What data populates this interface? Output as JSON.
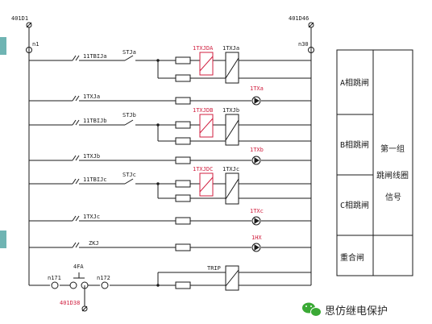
{
  "nodes": {
    "top_left": "401D1",
    "top_right": "401D46",
    "n1": "n1",
    "n30": "n30",
    "n171": "n171",
    "n172": "n172",
    "bottom": "401D38",
    "fuse": "4FA"
  },
  "rows": [
    {
      "contact_label": "11TBIJa",
      "series_label": "STJa",
      "coil_label": "1TXJDA",
      "relay_label": "1TXJa"
    },
    {
      "contact_label": "1TXJa",
      "lamp_label": "1TXa"
    },
    {
      "contact_label": "11TBIJb",
      "series_label": "STJb",
      "coil_label": "1TXJDB",
      "relay_label": "1TXJb"
    },
    {
      "contact_label": "1TXJb",
      "lamp_label": "1TXb"
    },
    {
      "contact_label": "11TBIJc",
      "series_label": "STJc",
      "coil_label": "1TXJDC",
      "relay_label": "1TXJc"
    },
    {
      "contact_label": "1TXJc",
      "lamp_label": "1TXc"
    },
    {
      "contact_label": "ZKJ",
      "lamp_label": "1HX"
    },
    {
      "trip_label": "TRIP"
    }
  ],
  "table": {
    "rows": [
      "A相跳闸",
      "B相跳闸",
      "C相跳闸",
      "重合闸"
    ],
    "side_label_lines": [
      "第一组",
      "跳闸线圈",
      "信号"
    ]
  },
  "watermark": "思仿继电保护",
  "colors": {
    "accent": "#d01f3f",
    "line": "#1a1a1a",
    "teal": "#6fb4b3",
    "wechat_green": "#3aa935"
  }
}
